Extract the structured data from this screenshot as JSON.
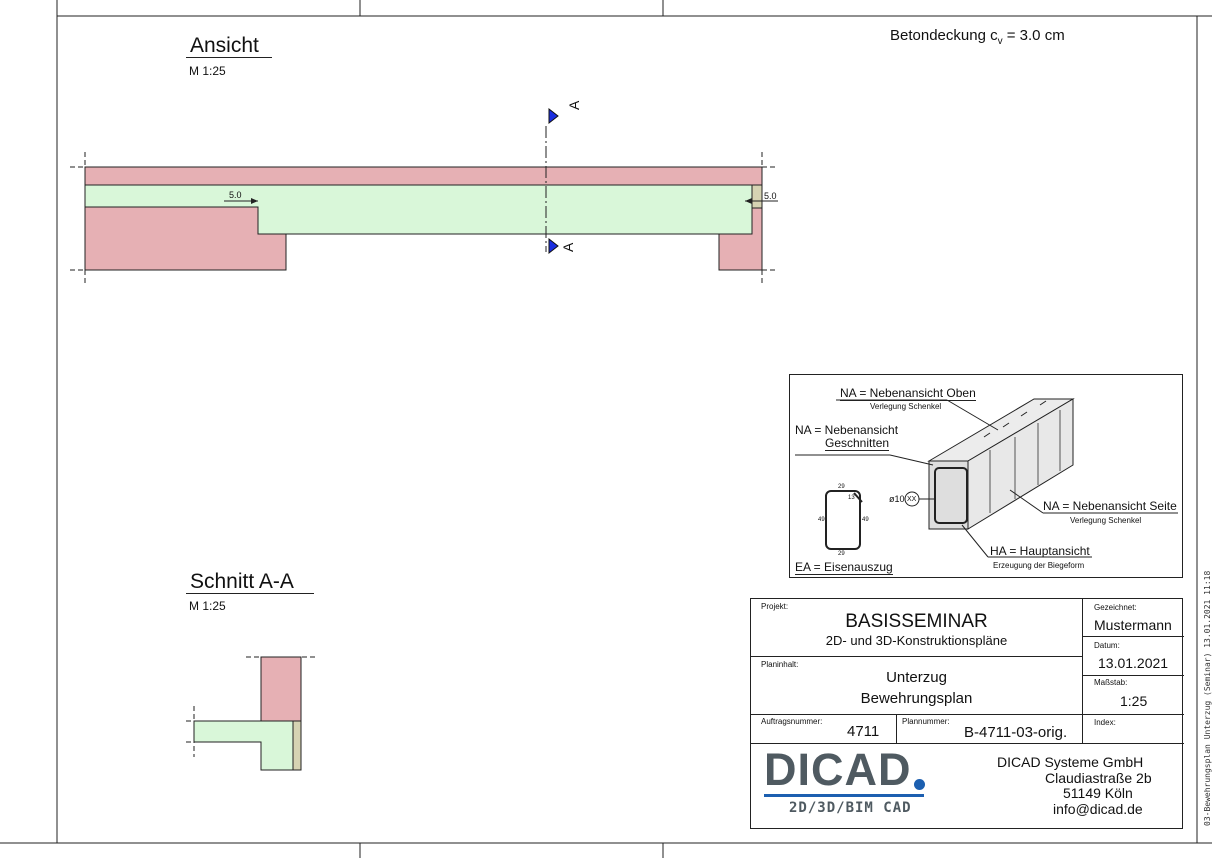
{
  "cover_note": {
    "label_prefix": "Betondeckung c",
    "label_subscript": "v",
    "label_suffix": " = 3.0 cm"
  },
  "views": {
    "ansicht": {
      "title": "Ansicht",
      "scale": "M 1:25"
    },
    "schnitt": {
      "title": "Schnitt A-A",
      "scale": "M 1:25"
    }
  },
  "section_marker": {
    "label": "A"
  },
  "dimensions": {
    "left_support": "5.0",
    "right_support": "5.0"
  },
  "legend": {
    "na_oben": "NA = Nebenansicht Oben",
    "na_oben_sub": "Verlegung Schenkel",
    "na_geschnitten_1": "NA = Nebenansicht",
    "na_geschnitten_2": "Geschnitten",
    "na_seite": "NA = Nebenansicht Seite",
    "na_seite_sub": "Verlegung Schenkel",
    "ha": "HA = Hauptansicht",
    "ha_sub": "Erzeugung der Biegeform",
    "ea": "EA = Eisenauszug",
    "bar_label": "ø10",
    "bar_pos": "XX",
    "stirrup_dims": {
      "top": "29",
      "bottom": "29",
      "left": "49",
      "right": "49",
      "hook": "13"
    }
  },
  "title_block": {
    "projekt_label": "Projekt:",
    "projekt_title": "BASISSEMINAR",
    "projekt_subtitle": "2D- und 3D-Konstruktionspläne",
    "planinhalt_label": "Planinhalt:",
    "planinhalt_1": "Unterzug",
    "planinhalt_2": "Bewehrungsplan",
    "auftrag_label": "Auftragsnummer:",
    "auftrag_value": "4711",
    "plannr_label": "Plannummer:",
    "plannr_value": "B-4711-03-orig.",
    "gezeichnet_label": "Gezeichnet:",
    "gezeichnet_value": "Mustermann",
    "datum_label": "Datum:",
    "datum_value": "13.01.2021",
    "massstab_label": "Maßstab:",
    "massstab_value": "1:25",
    "index_label": "Index:",
    "logo_text": "DICAD",
    "logo_tagline": "2D/3D/BIM CAD",
    "company": "DICAD Systeme GmbH",
    "street": "Claudiastraße 2b",
    "city": "51149 Köln",
    "email": "info@dicad.de"
  },
  "side_text": "03-Bewehrungsplan Unterzug (Seminar) 13.01.2021 11:18",
  "colors": {
    "support_fill": "#e6b0b4",
    "beam_fill": "#d9f7d9",
    "edge_fill": "#d6d3b3",
    "marker_blue": "#1a2ee0",
    "logo_gray": "#4f5a61",
    "logo_blue": "#1c5fb0"
  }
}
